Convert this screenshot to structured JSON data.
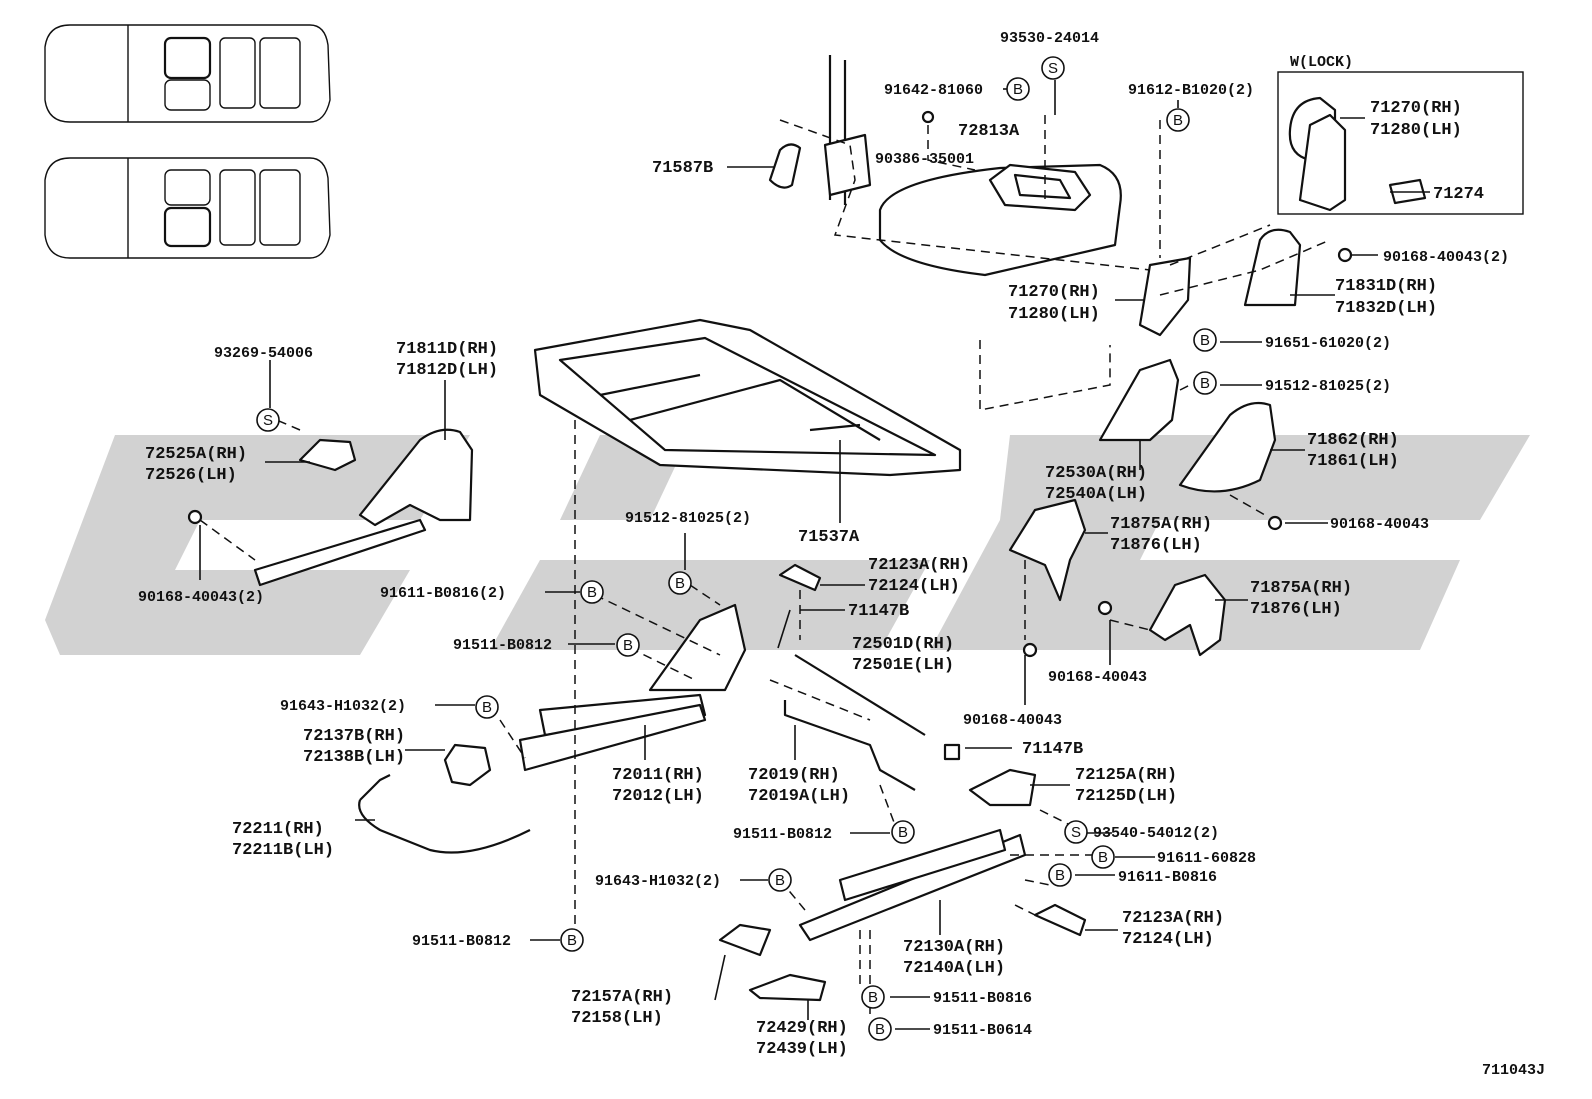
{
  "labels": {
    "p93530": "93530-24014",
    "p91642": "91642-81060",
    "p72813": "72813A",
    "p90386": "90386-35001",
    "p71587": "71587B",
    "p91612": "91612-B1020(2)",
    "wlock": "W(LOCK)",
    "p71270a": "71270(RH)",
    "p71280a": "71280(LH)",
    "p71274": "71274",
    "p90168a": "90168-40043(2)",
    "p71831": "71831D(RH)",
    "p71832": "71832D(LH)",
    "p71270b": "71270(RH)",
    "p71280b": "71280(LH)",
    "p91651": "91651-61020(2)",
    "p91512a": "91512-81025(2)",
    "p93269": "93269-54006",
    "p71811": "71811D(RH)",
    "p71812": "71812D(LH)",
    "p72525": "72525A(RH)",
    "p72526": "72526(LH)",
    "p90168b": "90168-40043(2)",
    "p72530": "72530A(RH)",
    "p72540": "72540A(LH)",
    "p71862": "71862(RH)",
    "p71861": "71861(LH)",
    "p90168c": "90168-40043",
    "p71537": "71537A",
    "p91512b": "91512-81025(2)",
    "p71875a": "71875A(RH)",
    "p71876a": "71876(LH)",
    "p72123a": "72123A(RH)",
    "p72124a": "72124(LH)",
    "p91611a": "91611-B0816(2)",
    "p71147a": "71147B",
    "p71875b": "71875A(RH)",
    "p71876b": "71876(LH)",
    "p72501d": "72501D(RH)",
    "p72501e": "72501E(LH)",
    "p91511a": "91511-B0812",
    "p90168d": "90168-40043",
    "p91643a": "91643-H1032(2)",
    "p90168e": "90168-40043",
    "p72137": "72137B(RH)",
    "p72138": "72138B(LH)",
    "p72011": "72011(RH)",
    "p72012": "72012(LH)",
    "p72019": "72019(RH)",
    "p72019a": "72019A(LH)",
    "p71147b": "71147B",
    "p72125a": "72125A(RH)",
    "p72125d": "72125D(LH)",
    "p72211": "72211(RH)",
    "p72211b": "72211B(LH)",
    "p91511b": "91511-B0812",
    "p93540": "93540-54012(2)",
    "p91611b": "91611-60828",
    "p91643b": "91643-H1032(2)",
    "p91611c": "91611-B0816",
    "p72123b": "72123A(RH)",
    "p72124b": "72124(LH)",
    "p91511c": "91511-B0812",
    "p72130": "72130A(RH)",
    "p72140": "72140A(LH)",
    "p72157": "72157A(RH)",
    "p72158": "72158(LH)",
    "p91511d": "91511-B0816",
    "p72429": "72429(RH)",
    "p72439": "72439(LH)",
    "p91511e": "91511-B0614",
    "code": "711043J"
  },
  "marks": {
    "screw": "S",
    "bolt": "B"
  }
}
